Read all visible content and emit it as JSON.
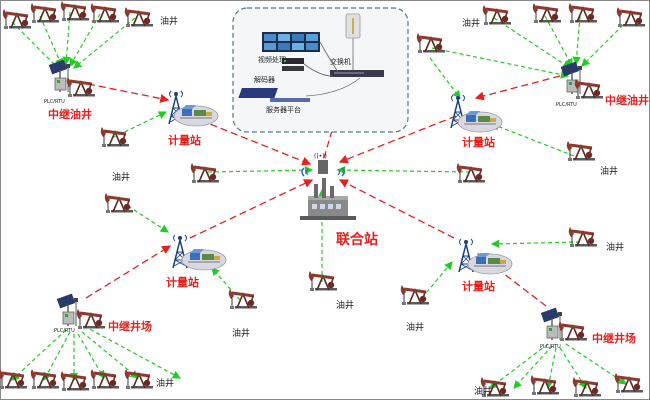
{
  "labels": {
    "oil_well": "油井",
    "metering_station": "计量站",
    "relay_well": "中继油井",
    "relay_field": "中继井场",
    "joint_station": "联合站",
    "plc": "PLC/RTU"
  },
  "control_room": {
    "video_wall": "视频处理",
    "decoder": "解码器",
    "server": "服务器平台",
    "switch": "交换机"
  },
  "colors": {
    "wireless_link": "#22cc22",
    "backbone_link": "#e82020",
    "label_red": "#e8201c",
    "pumpjack": "#8b3a2f",
    "border": "#888888"
  },
  "icons": {
    "pumpjack": "oil-pumpjack-icon",
    "tower": "radio-tower-icon",
    "plc": "plc-cabinet-icon",
    "building": "joint-station-building-icon"
  }
}
